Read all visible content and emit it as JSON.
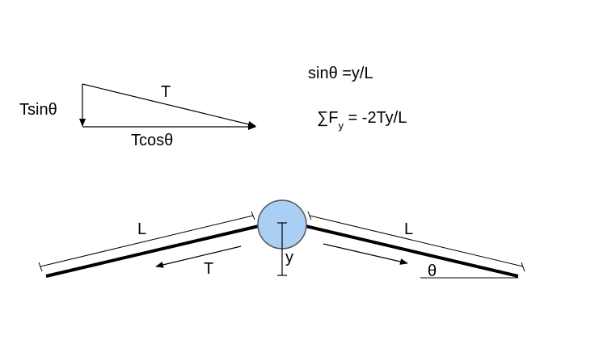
{
  "vector_triangle": {
    "hypotenuse_label": "T",
    "vertical_label": "Tsinθ",
    "horizontal_label": "Tcosθ"
  },
  "equations": {
    "sine_relation": "sinθ =y/L",
    "force_sum_symbol": "∑F",
    "force_sum_subscript": "y",
    "force_sum_rhs": " = -2Ty/L"
  },
  "string_system": {
    "left_length_label": "L",
    "right_length_label": "L",
    "tension_label": "T",
    "displacement_label": "y",
    "angle_label": "θ"
  },
  "colors": {
    "mass_fill": "#a9cff5",
    "mass_stroke": "#555555",
    "ink": "#000000"
  }
}
